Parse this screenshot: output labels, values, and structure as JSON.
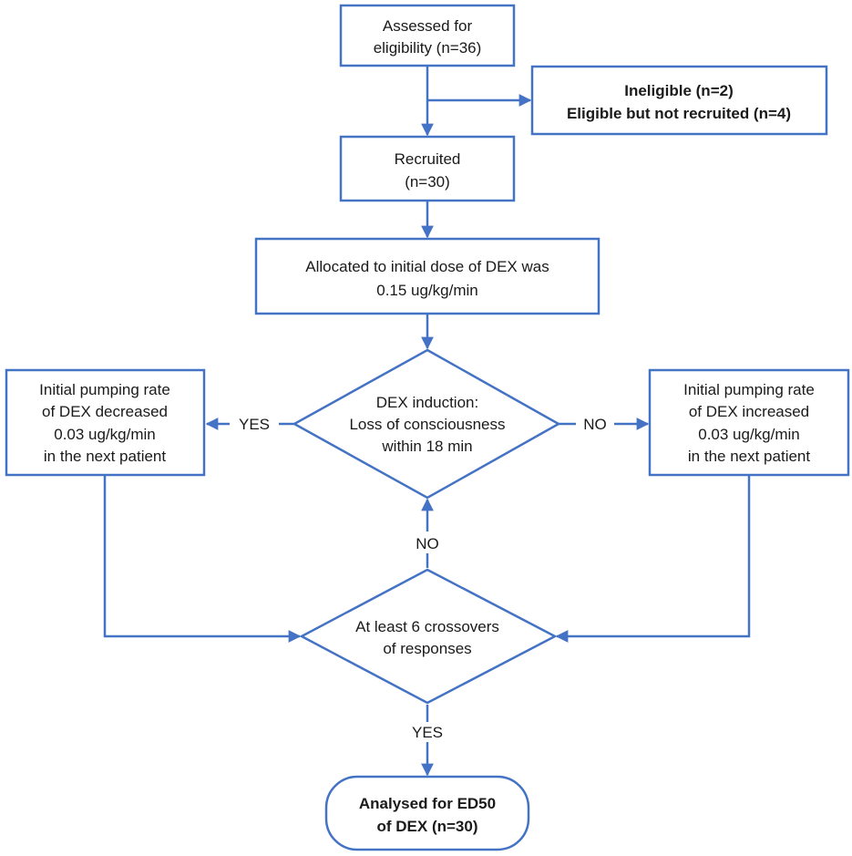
{
  "colors": {
    "stroke": "#4472c4",
    "text": "#1a1a1a",
    "background": "#ffffff"
  },
  "nodes": {
    "assessed": {
      "line1": "Assessed for",
      "line2": "eligibility (n=36)"
    },
    "excluded": {
      "line1": "Ineligible (n=2)",
      "line2": "Eligible but not recruited (n=4)"
    },
    "recruited": {
      "line1": "Recruited",
      "line2": "(n=30)"
    },
    "allocated": {
      "line1": "Allocated to initial dose of DEX was",
      "line2": "0.15 ug/kg/min"
    },
    "induction": {
      "line1": "DEX induction:",
      "line2": "Loss of consciousness",
      "line3": "within 18 min"
    },
    "decrease": {
      "line1": "Initial pumping rate",
      "line2": "of DEX decreased",
      "line3": "0.03 ug/kg/min",
      "line4": "in the next patient"
    },
    "increase": {
      "line1": "Initial pumping rate",
      "line2": "of DEX increased",
      "line3": "0.03 ug/kg/min",
      "line4": "in the next patient"
    },
    "crossovers": {
      "line1": "At least 6 crossovers",
      "line2": "of responses"
    },
    "analysed": {
      "line1": "Analysed for ED50",
      "line2": "of DEX (n=30)"
    }
  },
  "edge_labels": {
    "induction_yes": "YES",
    "induction_no": "NO",
    "crossovers_no": "NO",
    "crossovers_yes": "YES"
  }
}
